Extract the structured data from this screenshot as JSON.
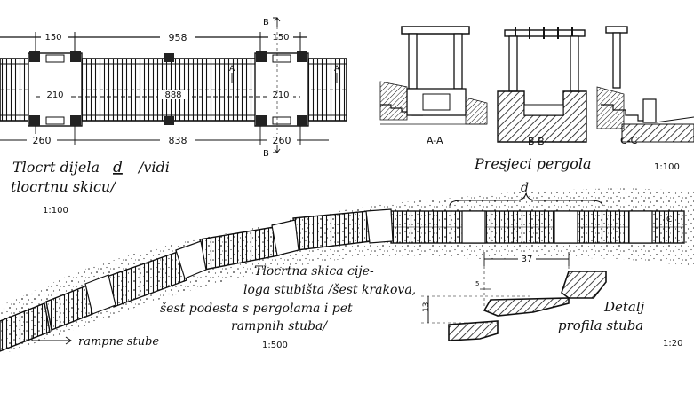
{
  "plan_detail": {
    "dims": {
      "top_left": "150",
      "top_total": "958",
      "top_right": "150",
      "mid_left": "210",
      "mid_center": "888",
      "mid_right": "210",
      "bottom_left": "260",
      "bottom_center": "838",
      "bottom_right": "260"
    },
    "section_marks": {
      "a_left": "A",
      "a_right": "A",
      "b_top": "B",
      "b_bottom": "B"
    },
    "caption_line1": "Tlocrt dijela",
    "caption_d": "d",
    "caption_line1_end": "/vidi",
    "caption_line2": "tlocrtnu skicu/",
    "scale": "1:100"
  },
  "sections": {
    "label_aa": "A-A",
    "label_bb": "B-B",
    "label_cc": "C-C",
    "title": "Presjeci pergola",
    "scale": "1:100"
  },
  "site_plan": {
    "label_d": "d",
    "label_c": "C",
    "caption": [
      "Tlocrtna skica cije-",
      "loga stubišta /šest krakova,",
      "šest podesta s pergolama i pet",
      "rampnih stuba/"
    ],
    "scale": "1:500",
    "ramp_label": "rampne stube"
  },
  "profile_detail": {
    "dim_width": "37",
    "dim_small": "5",
    "dim_height": "13",
    "title_line1": "Detalj",
    "title_line2": "profila stuba",
    "scale": "1:20"
  }
}
